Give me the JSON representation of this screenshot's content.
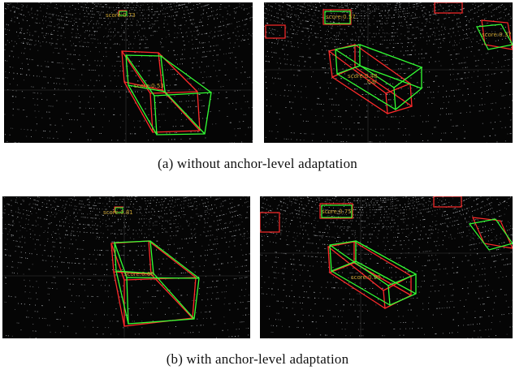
{
  "figure": {
    "colors": {
      "ground_truth": "#ff2a2a",
      "prediction": "#33ff33",
      "label": "#c9a233",
      "points": "#cfd3d8",
      "background": "#050505"
    },
    "captions": {
      "a": "(a)  without anchor-level adaptation",
      "b": "(b)  with anchor-level adaptation"
    },
    "panels": [
      {
        "id": "a-left",
        "labels": [
          "score:0.73",
          "score:0.53"
        ]
      },
      {
        "id": "a-right",
        "labels": [
          "score:0.57",
          "score:0.48",
          "Car",
          "score:0.37"
        ]
      },
      {
        "id": "b-left",
        "labels": [
          "score:0.81",
          "score:0.66"
        ]
      },
      {
        "id": "b-right",
        "labels": [
          "score:0.75",
          "score:0.90"
        ]
      }
    ]
  }
}
